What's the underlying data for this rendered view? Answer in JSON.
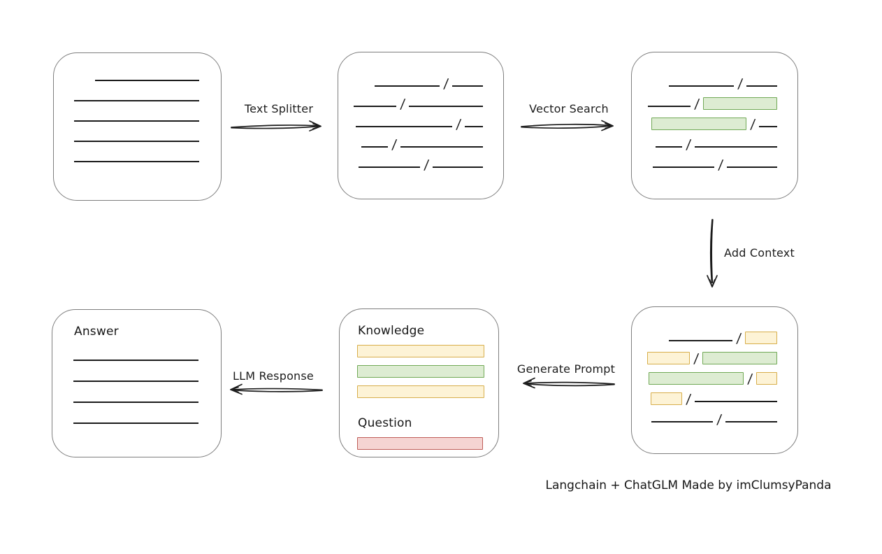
{
  "caption": "Langchain + ChatGLM Made by imClumsyPanda",
  "colors": {
    "line": "#1b1b1b",
    "box_border": "#7e7e7e",
    "green_fill": "#ddecd2",
    "green_stroke": "#71a956",
    "yellow_fill": "#fdf3d6",
    "yellow_stroke": "#d7ae4b",
    "red_fill": "#f5d4d2",
    "red_stroke": "#bf5e59"
  },
  "arrows": {
    "text_splitter": {
      "label": "Text Splitter",
      "direction": "right"
    },
    "vector_search": {
      "label": "Vector Search",
      "direction": "right"
    },
    "add_context": {
      "label": "Add Context",
      "direction": "down"
    },
    "generate_prompt": {
      "label": "Generate Prompt",
      "direction": "left"
    },
    "llm_response": {
      "label": "LLM Response",
      "direction": "left"
    }
  },
  "boxes": {
    "document": {
      "rows": [
        [
          {
            "t": "line",
            "w": 149
          }
        ],
        [
          {
            "t": "line",
            "w": 179
          }
        ],
        [
          {
            "t": "line",
            "w": 179
          }
        ],
        [
          {
            "t": "line",
            "w": 179
          }
        ],
        [
          {
            "t": "line",
            "w": 179
          }
        ]
      ]
    },
    "chunks": {
      "rows": [
        [
          {
            "t": "line",
            "w": 93
          },
          {
            "t": "slash"
          },
          {
            "t": "line",
            "w": 44
          }
        ],
        [
          {
            "t": "line",
            "w": 61
          },
          {
            "t": "slash"
          },
          {
            "t": "line",
            "w": 106
          }
        ],
        [
          {
            "t": "line",
            "w": 138
          },
          {
            "t": "slash"
          },
          {
            "t": "line",
            "w": 26
          }
        ],
        [
          {
            "t": "line",
            "w": 38
          },
          {
            "t": "slash"
          },
          {
            "t": "line",
            "w": 118
          }
        ],
        [
          {
            "t": "line",
            "w": 88
          },
          {
            "t": "slash"
          },
          {
            "t": "line",
            "w": 72
          }
        ]
      ]
    },
    "search_results": {
      "rows": [
        [
          {
            "t": "line",
            "w": 93
          },
          {
            "t": "slash"
          },
          {
            "t": "line",
            "w": 44
          }
        ],
        [
          {
            "t": "line",
            "w": 61
          },
          {
            "t": "slash"
          },
          {
            "t": "green",
            "w": 104
          }
        ],
        [
          {
            "t": "green",
            "w": 134
          },
          {
            "t": "slash"
          },
          {
            "t": "line",
            "w": 26
          }
        ],
        [
          {
            "t": "line",
            "w": 38
          },
          {
            "t": "slash"
          },
          {
            "t": "line",
            "w": 118
          }
        ],
        [
          {
            "t": "line",
            "w": 88
          },
          {
            "t": "slash"
          },
          {
            "t": "line",
            "w": 72
          }
        ]
      ]
    },
    "context": {
      "rows": [
        [
          {
            "t": "line",
            "w": 91
          },
          {
            "t": "slash"
          },
          {
            "t": "yellow",
            "w": 44
          }
        ],
        [
          {
            "t": "yellow",
            "w": 59
          },
          {
            "t": "slash"
          },
          {
            "t": "green",
            "w": 105
          }
        ],
        [
          {
            "t": "green",
            "w": 134
          },
          {
            "t": "slash"
          },
          {
            "t": "yellow",
            "w": 28
          }
        ],
        [
          {
            "t": "yellow",
            "w": 43
          },
          {
            "t": "slash"
          },
          {
            "t": "line",
            "w": 118
          }
        ],
        [
          {
            "t": "line",
            "w": 88
          },
          {
            "t": "slash"
          },
          {
            "t": "line",
            "w": 74
          }
        ]
      ]
    },
    "prompt": {
      "knowledge_label": "Knowledge",
      "question_label": "Question",
      "knowledge_bars": [
        [
          {
            "t": "yellow",
            "w": 180
          }
        ],
        [
          {
            "t": "green",
            "w": 180
          }
        ],
        [
          {
            "t": "yellow",
            "w": 180
          }
        ]
      ],
      "question_bars": [
        [
          {
            "t": "red",
            "w": 178
          }
        ]
      ]
    },
    "answer": {
      "label": "Answer",
      "rows": [
        [
          {
            "t": "line",
            "w": 179
          }
        ],
        [
          {
            "t": "line",
            "w": 179
          }
        ],
        [
          {
            "t": "line",
            "w": 179
          }
        ],
        [
          {
            "t": "line",
            "w": 179
          }
        ]
      ]
    }
  }
}
